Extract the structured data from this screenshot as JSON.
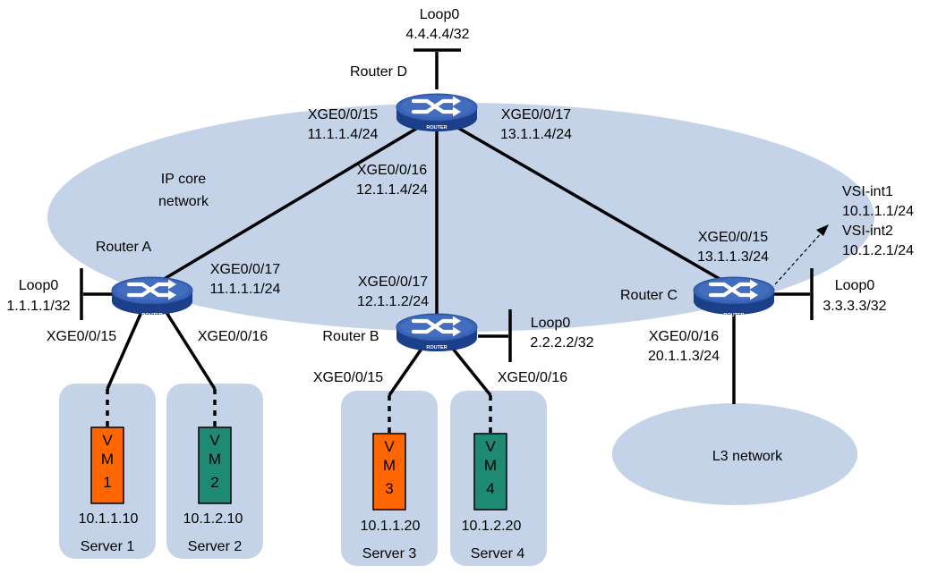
{
  "colors": {
    "cloud": "#c5d3e9",
    "router_top": "#3b64b6",
    "router_side": "#1c3f8a",
    "vm_orange": "#ff6600",
    "vm_teal": "#1f8a73",
    "line": "#000000"
  },
  "core": {
    "label_line1": "IP core",
    "label_line2": "network"
  },
  "l3": {
    "label": "L3 network"
  },
  "router_badge": "ROUTER",
  "router_d": {
    "name": "Router D",
    "loop_name": "Loop0",
    "loop_ip": "4.4.4.4/32",
    "if_left": "XGE0/0/15",
    "ip_left": "11.1.1.4/24",
    "if_mid": "XGE0/0/16",
    "ip_mid": "12.1.1.4/24",
    "if_right": "XGE0/0/17",
    "ip_right": "13.1.1.4/24"
  },
  "router_a": {
    "name": "Router A",
    "loop_name": "Loop0",
    "loop_ip": "1.1.1.1/32",
    "if_up": "XGE0/0/17",
    "ip_up": "11.1.1.1/24",
    "if_down_left": "XGE0/0/15",
    "if_down_right": "XGE0/0/16"
  },
  "router_b": {
    "name": "Router B",
    "loop_name": "Loop0",
    "loop_ip": "2.2.2.2/32",
    "if_up": "XGE0/0/17",
    "ip_up": "12.1.1.2/24",
    "if_down_left": "XGE0/0/15",
    "if_down_right": "XGE0/0/16"
  },
  "router_c": {
    "name": "Router C",
    "loop_name": "Loop0",
    "loop_ip": "3.3.3.3/32",
    "if_up": "XGE0/0/15",
    "ip_up": "13.1.1.3/24",
    "if_down": "XGE0/0/16",
    "ip_down": "20.1.1.3/24",
    "vsi1_name": "VSI-int1",
    "vsi1_ip": "10.1.1.1/24",
    "vsi2_name": "VSI-int2",
    "vsi2_ip": "10.1.2.1/24"
  },
  "servers": [
    {
      "name": "Server 1",
      "vm_letter": "V",
      "vm_number": "1",
      "ip": "10.1.1.10"
    },
    {
      "name": "Server 2",
      "vm_letter": "V",
      "vm_number": "2",
      "ip": "10.1.2.10"
    },
    {
      "name": "Server 3",
      "vm_letter": "V",
      "vm_number": "3",
      "ip": "10.1.1.20"
    },
    {
      "name": "Server 4",
      "vm_letter": "V",
      "vm_number": "4",
      "ip": "10.1.2.20"
    }
  ]
}
